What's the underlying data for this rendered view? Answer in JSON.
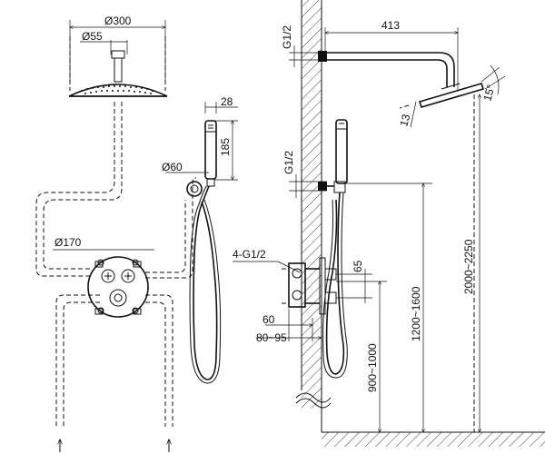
{
  "labels": {
    "d300": "Ø300",
    "d55": "Ø55",
    "w28": "28",
    "h185": "185",
    "d60": "Ø60",
    "d170": "Ø170",
    "g12_top": "G1/2",
    "arm413": "413",
    "g12_mid": "G1/2",
    "thread": "4-G1/2",
    "h65": "65",
    "d60b": "60",
    "d80_95": "80~95",
    "h13": "13",
    "ang15": "15°",
    "h900_1000": "900~1000",
    "h1200_1600": "1200~1600",
    "h2000_2250": "2000~2250"
  }
}
